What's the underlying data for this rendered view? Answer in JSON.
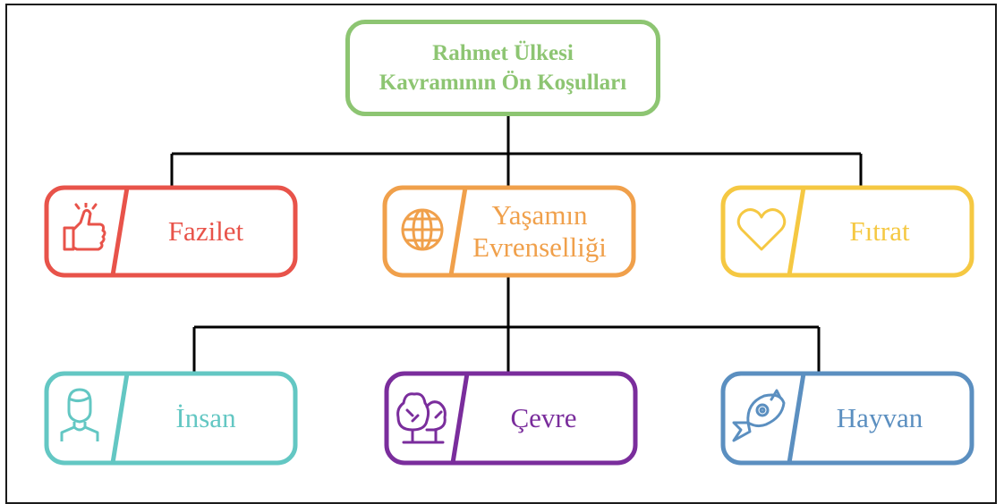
{
  "root": {
    "title_line1": "Rahmet Ülkesi",
    "title_line2": "Kavramının Ön Koşulları"
  },
  "nodes": [
    {
      "id": "fazilet",
      "lines": [
        "Fazilet"
      ],
      "color": "#e8534a",
      "icon": "thumbs-up-icon"
    },
    {
      "id": "yasamin",
      "lines": [
        "Yaşamın",
        "Evrenselliği"
      ],
      "color": "#f0a04b",
      "icon": "globe-icon"
    },
    {
      "id": "fitrat",
      "lines": [
        "Fıtrat"
      ],
      "color": "#f5c842",
      "icon": "heart-icon"
    },
    {
      "id": "insan",
      "lines": [
        "İnsan"
      ],
      "color": "#63c7c3",
      "icon": "person-icon"
    },
    {
      "id": "cevre",
      "lines": [
        "Çevre"
      ],
      "color": "#7a2d9c",
      "icon": "trees-icon"
    },
    {
      "id": "hayvan",
      "lines": [
        "Hayvan"
      ],
      "color": "#5b8fc0",
      "icon": "fish-icon"
    }
  ],
  "colors": {
    "root": "#8dc572",
    "connector": "#000000"
  }
}
